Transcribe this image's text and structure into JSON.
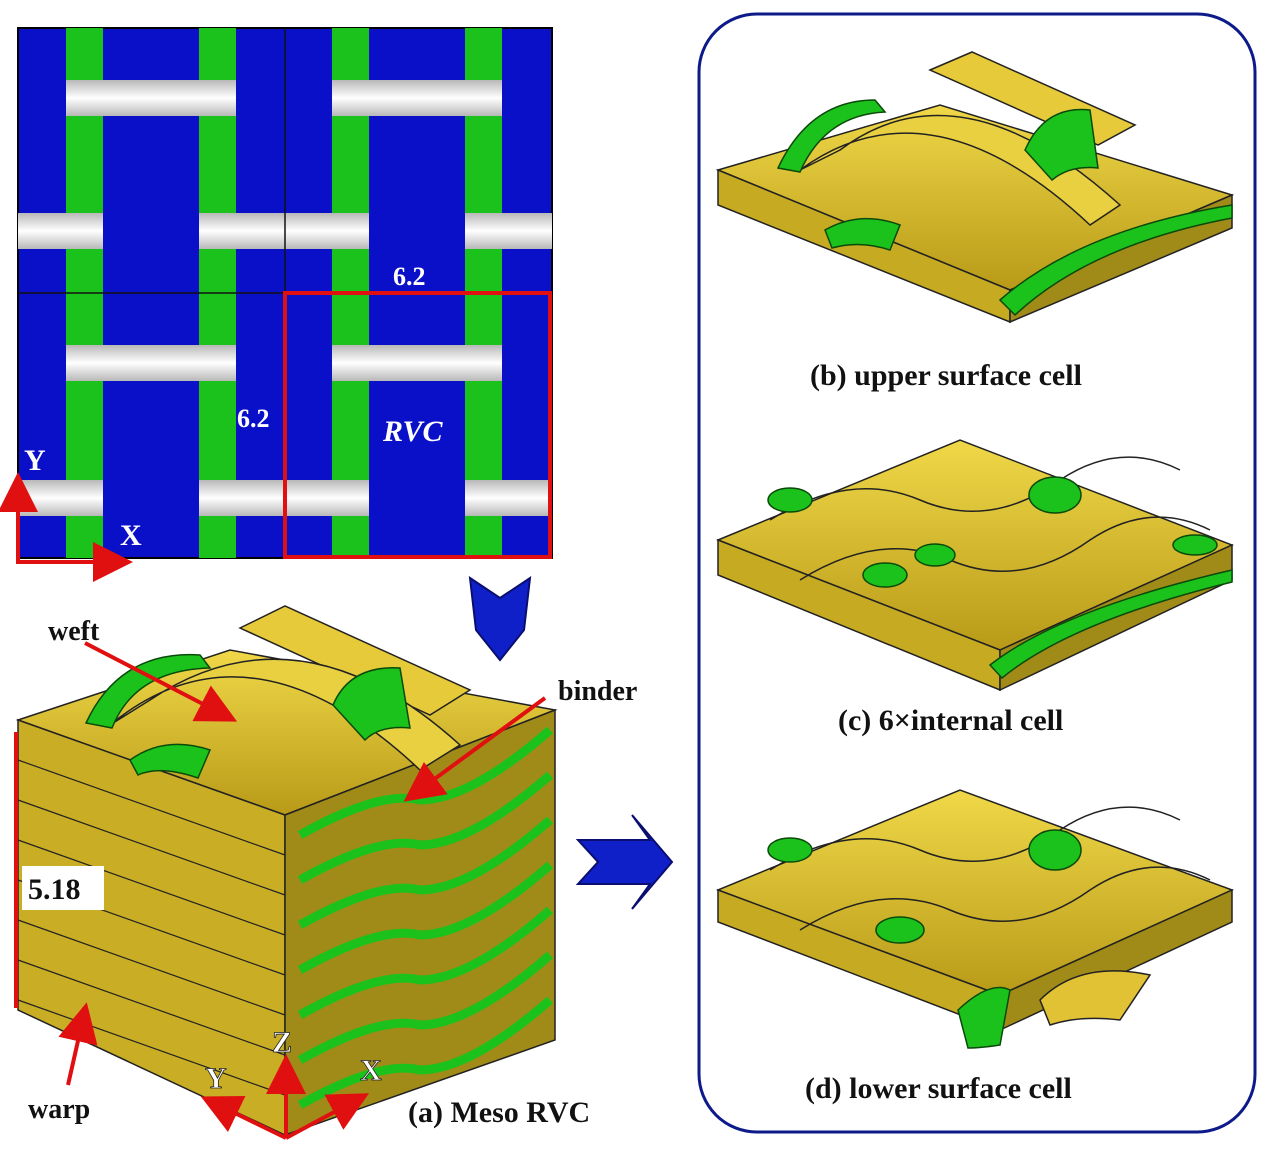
{
  "top_view": {
    "dim_horizontal": "6.2",
    "dim_vertical": "6.2",
    "rvc_label": "RVC",
    "axis_y": "Y",
    "axis_x": "X"
  },
  "meso": {
    "weft_label": "weft",
    "binder_label": "binder",
    "warp_label": "warp",
    "height_label": "5.18",
    "axis_z": "Z",
    "axis_y": "Y",
    "axis_x": "X",
    "caption": "(a) Meso RVC"
  },
  "cells": {
    "upper_caption": "(b) upper surface cell",
    "internal_caption": "(c) 6×internal cell",
    "lower_caption": "(d) lower surface cell"
  },
  "colors": {
    "matrix_blue": "#0a10c8",
    "binder_green": "#1cc21c",
    "weft_white": "#f2f2f2",
    "yarn_gold": "#d8be2e",
    "accent_red": "#e01010",
    "arrow_blue": "#1020c8",
    "frame_navy": "#0d1a8a"
  }
}
